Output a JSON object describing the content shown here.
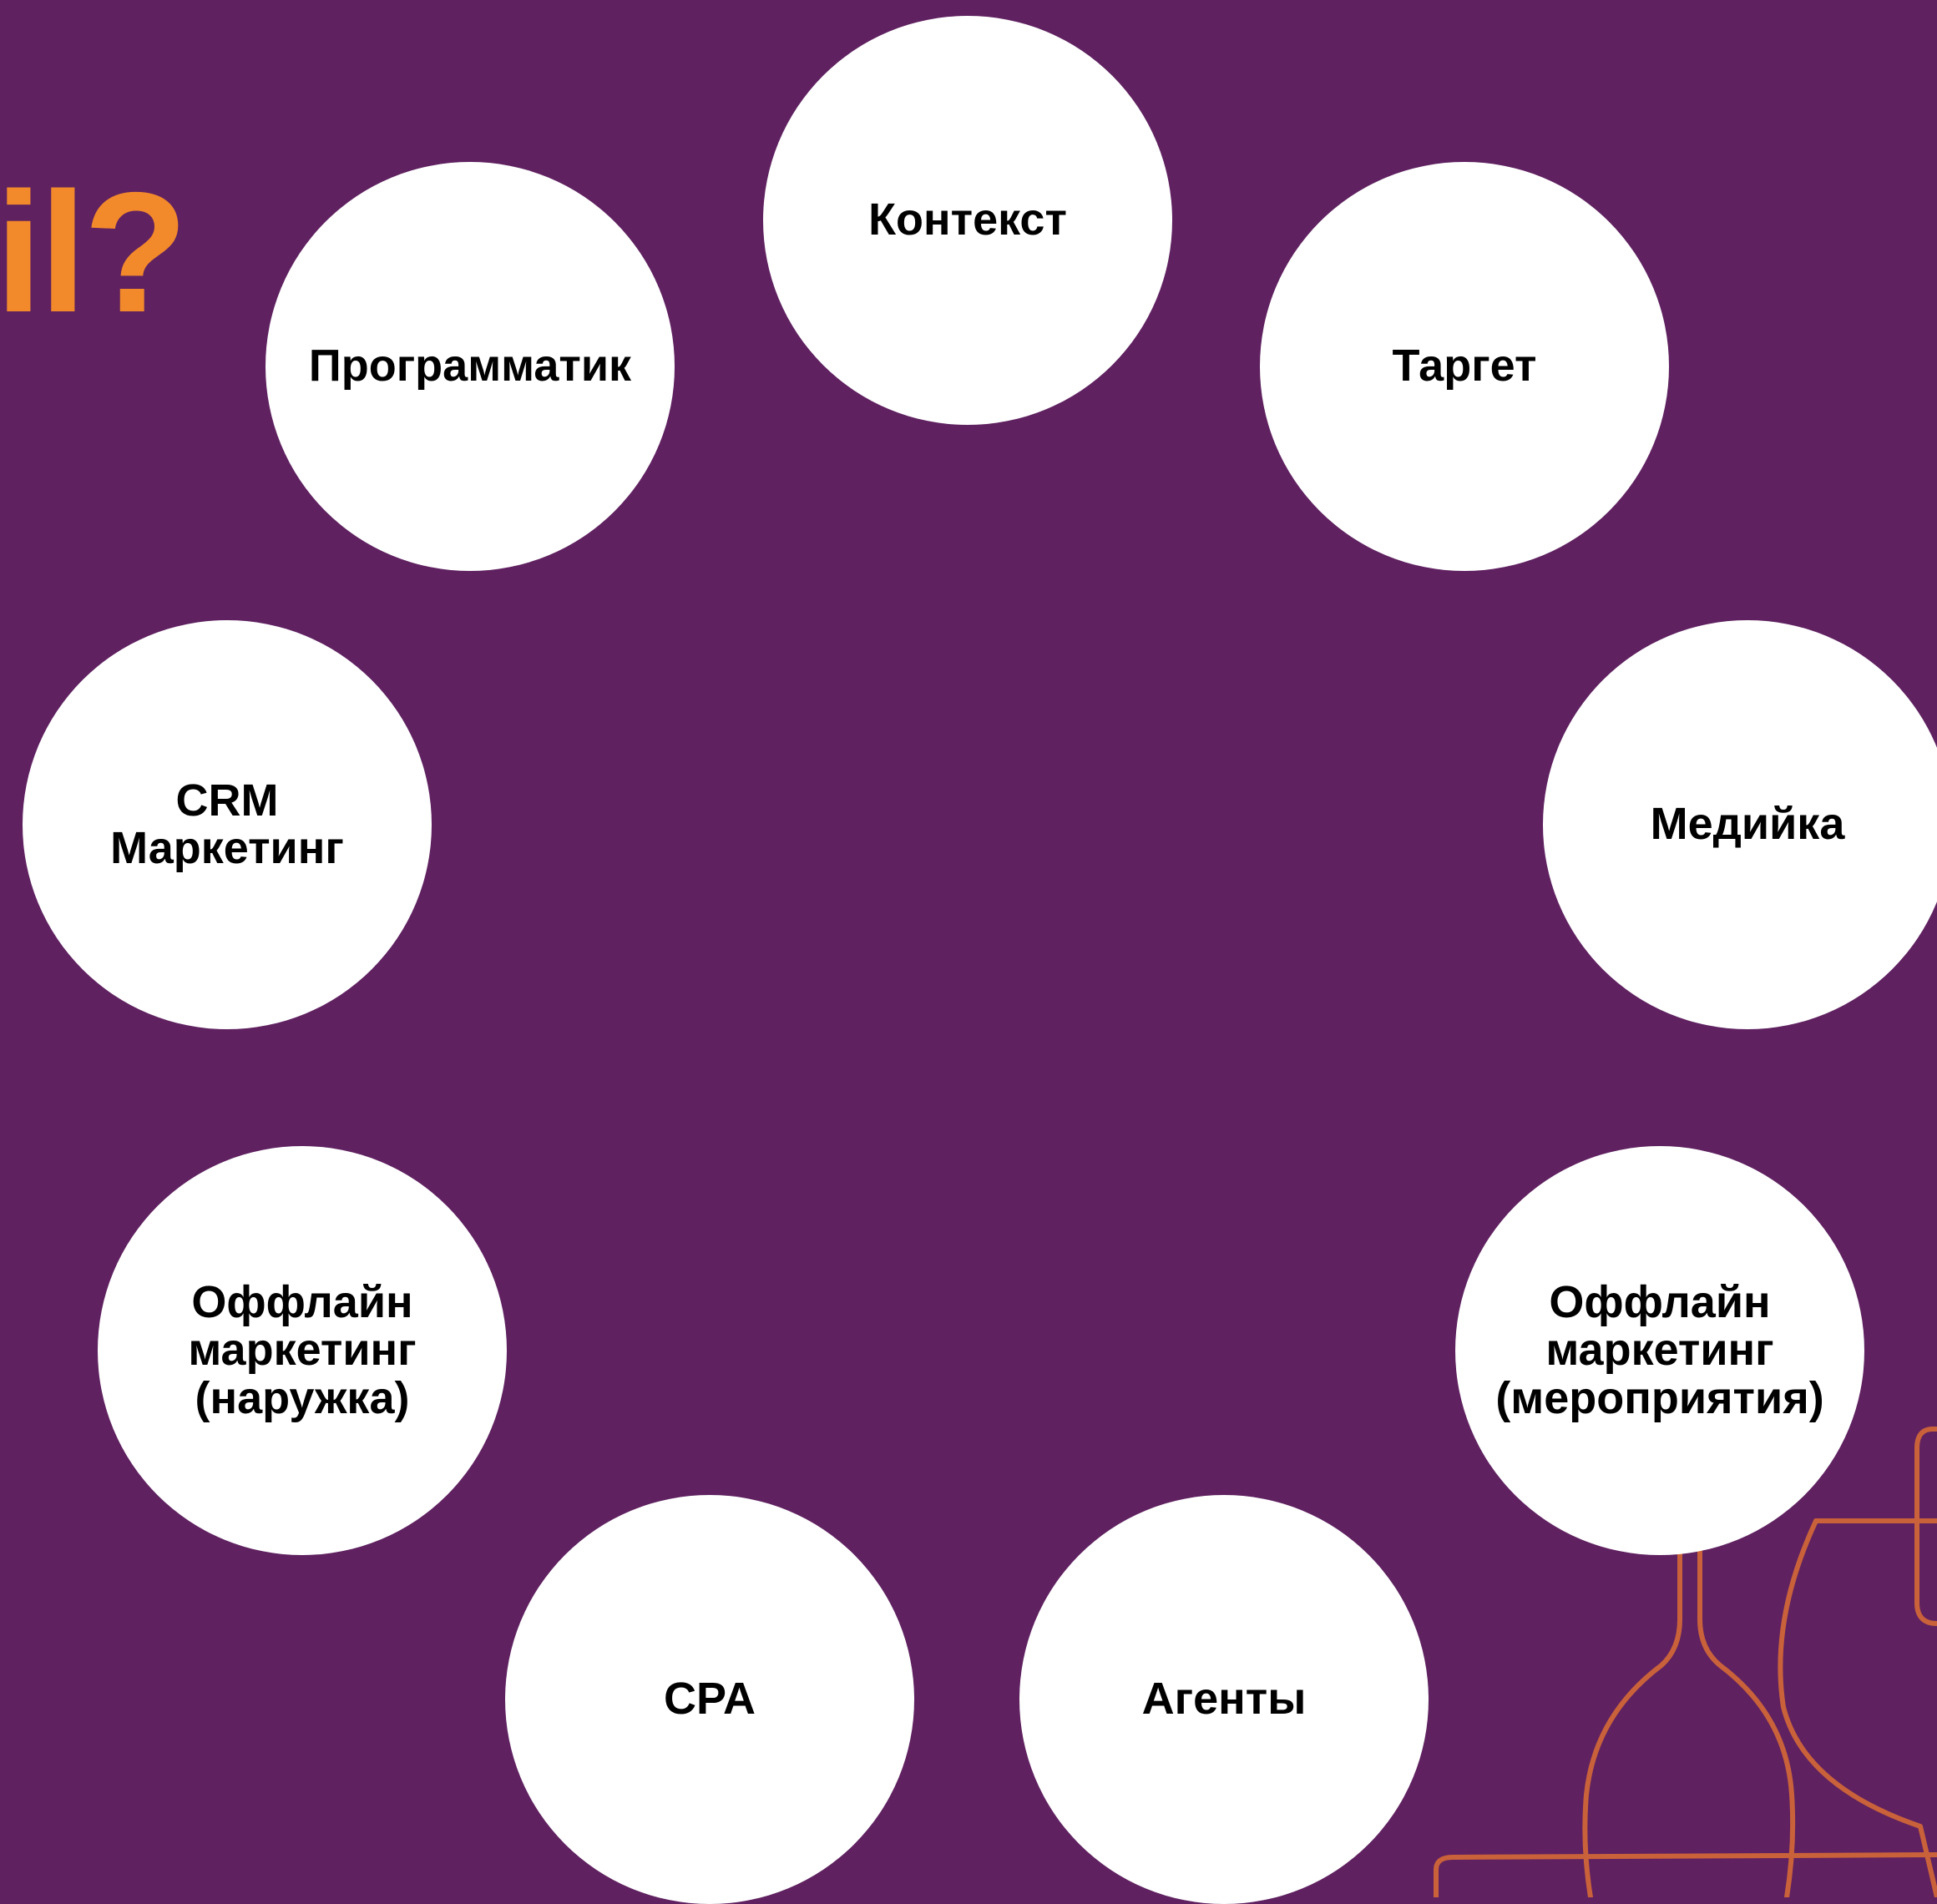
{
  "headline": "il?",
  "colors": {
    "background": "#5f2160",
    "accent": "#f28a2b",
    "circle": "#ffffff",
    "decor_stroke": "#c9623a"
  },
  "decor_icon": "bottles-outline-icon",
  "nodes": [
    {
      "id": "context",
      "label": "Контекст"
    },
    {
      "id": "target",
      "label": "Таргет"
    },
    {
      "id": "media",
      "label": "Медийка"
    },
    {
      "id": "offline-events",
      "label": "Оффлайн\nмаркетинг\n(мероприятия)"
    },
    {
      "id": "agents",
      "label": "Агенты"
    },
    {
      "id": "cpa",
      "label": "CPA"
    },
    {
      "id": "offline-outdoor",
      "label": "Оффлайн\nмаркетинг\n(наружка)"
    },
    {
      "id": "crm",
      "label": "CRM\nМаркетинг"
    },
    {
      "id": "programmatic",
      "label": "Программатик"
    }
  ]
}
